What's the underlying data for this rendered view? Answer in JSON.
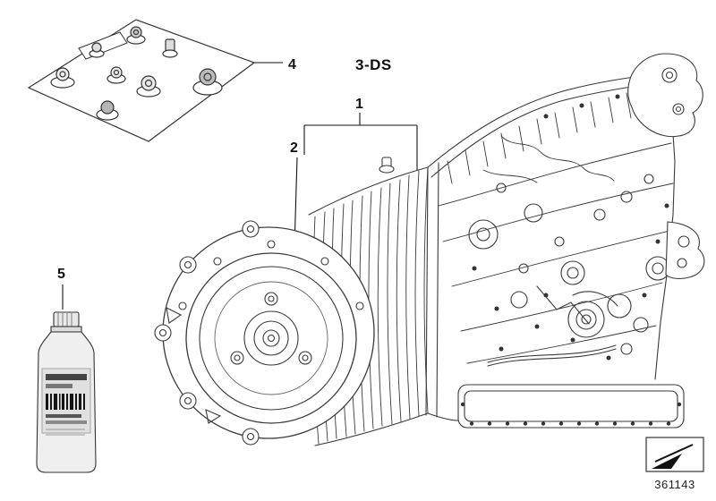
{
  "variant_code": "3-DS",
  "drawing_number": "361143",
  "callouts": {
    "kit": "4",
    "assembly": "1",
    "converter": "2",
    "oil": "5"
  },
  "icons": {
    "direction_arrow": "direction-arrow-icon",
    "seal_kit_tray": "seal-kit-tray-icon",
    "oil_bottle": "oil-bottle-icon",
    "transmission": "automatic-transmission-illustration"
  }
}
